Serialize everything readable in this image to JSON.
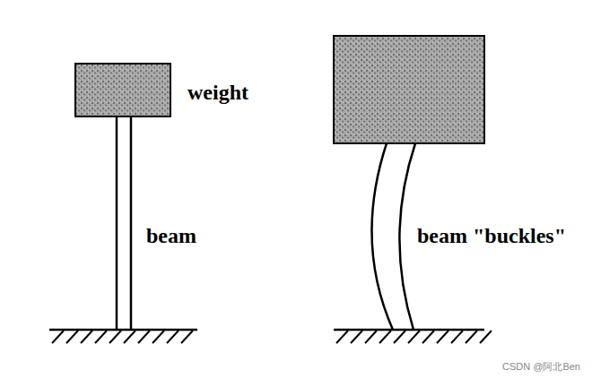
{
  "diagram": {
    "labels": [
      "weight",
      "beam",
      "beam \"buckles\"",
      "CSDN @阿北Ben"
    ]
  }
}
